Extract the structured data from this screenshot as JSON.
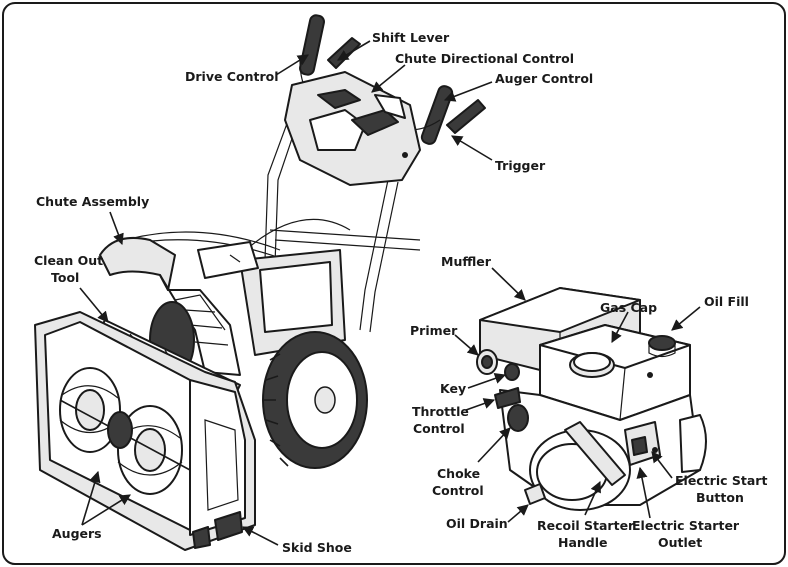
{
  "labels": {
    "shift_lever": "Shift Lever",
    "drive_control": "Drive Control",
    "chute_directional_control": "Chute Directional Control",
    "auger_control": "Auger Control",
    "trigger": "Trigger",
    "chute_assembly": "Chute Assembly",
    "clean_out_tool_1": "Clean Out",
    "clean_out_tool_2": "Tool",
    "augers": "Augers",
    "skid_shoe": "Skid Shoe",
    "muffler": "Muffler",
    "gas_cap": "Gas Cap",
    "oil_fill": "Oil Fill",
    "primer": "Primer",
    "key": "Key",
    "throttle_control_1": "Throttle",
    "throttle_control_2": "Control",
    "choke_control_1": "Choke",
    "choke_control_2": "Control",
    "oil_drain": "Oil Drain",
    "recoil_starter_handle_1": "Recoil Starter",
    "recoil_starter_handle_2": "Handle",
    "electric_start_button_1": "Electric Start",
    "electric_start_button_2": "Button",
    "electric_starter_outlet_1": "Electric Starter",
    "electric_starter_outlet_2": "Outlet"
  },
  "colors": {
    "ink": "#1a1a1a",
    "frame": "#1a1a1a",
    "background": "#ffffff"
  }
}
